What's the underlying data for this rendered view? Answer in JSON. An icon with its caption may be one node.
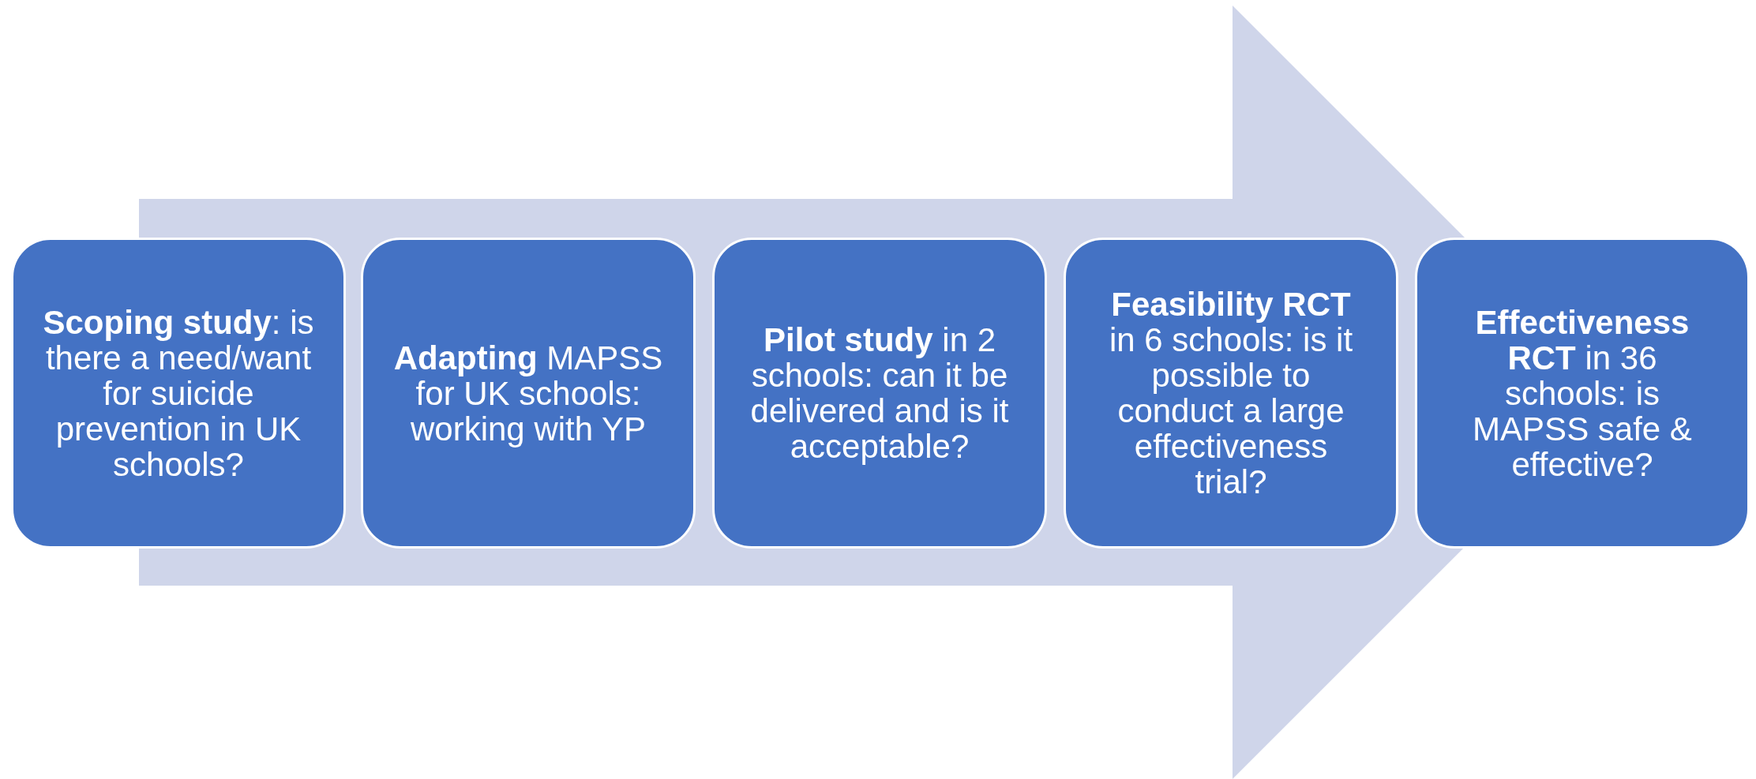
{
  "diagram": {
    "nodes": [
      {
        "text": [
          "**Scoping study**: is there a need/want for suicide prevention in UK schools?"
        ]
      },
      {
        "text": [
          "**Adapting** MAPSS for UK schools: working with YP"
        ]
      },
      {
        "text": [
          "**Pilot study** in 2 schools: can it be delivered and is it acceptable?"
        ]
      },
      {
        "text": [
          "**Feasibility RCT** in 6 schools: is it possible to conduct a large effectiveness trial?"
        ]
      },
      {
        "text": [
          "**Effectiveness RCT** in 36 schools: is MAPSS safe & effective?"
        ]
      }
    ],
    "edges": [
      {
        "from": 0,
        "to": 4,
        "arrow": "to",
        "style": "thick"
      }
    ]
  }
}
